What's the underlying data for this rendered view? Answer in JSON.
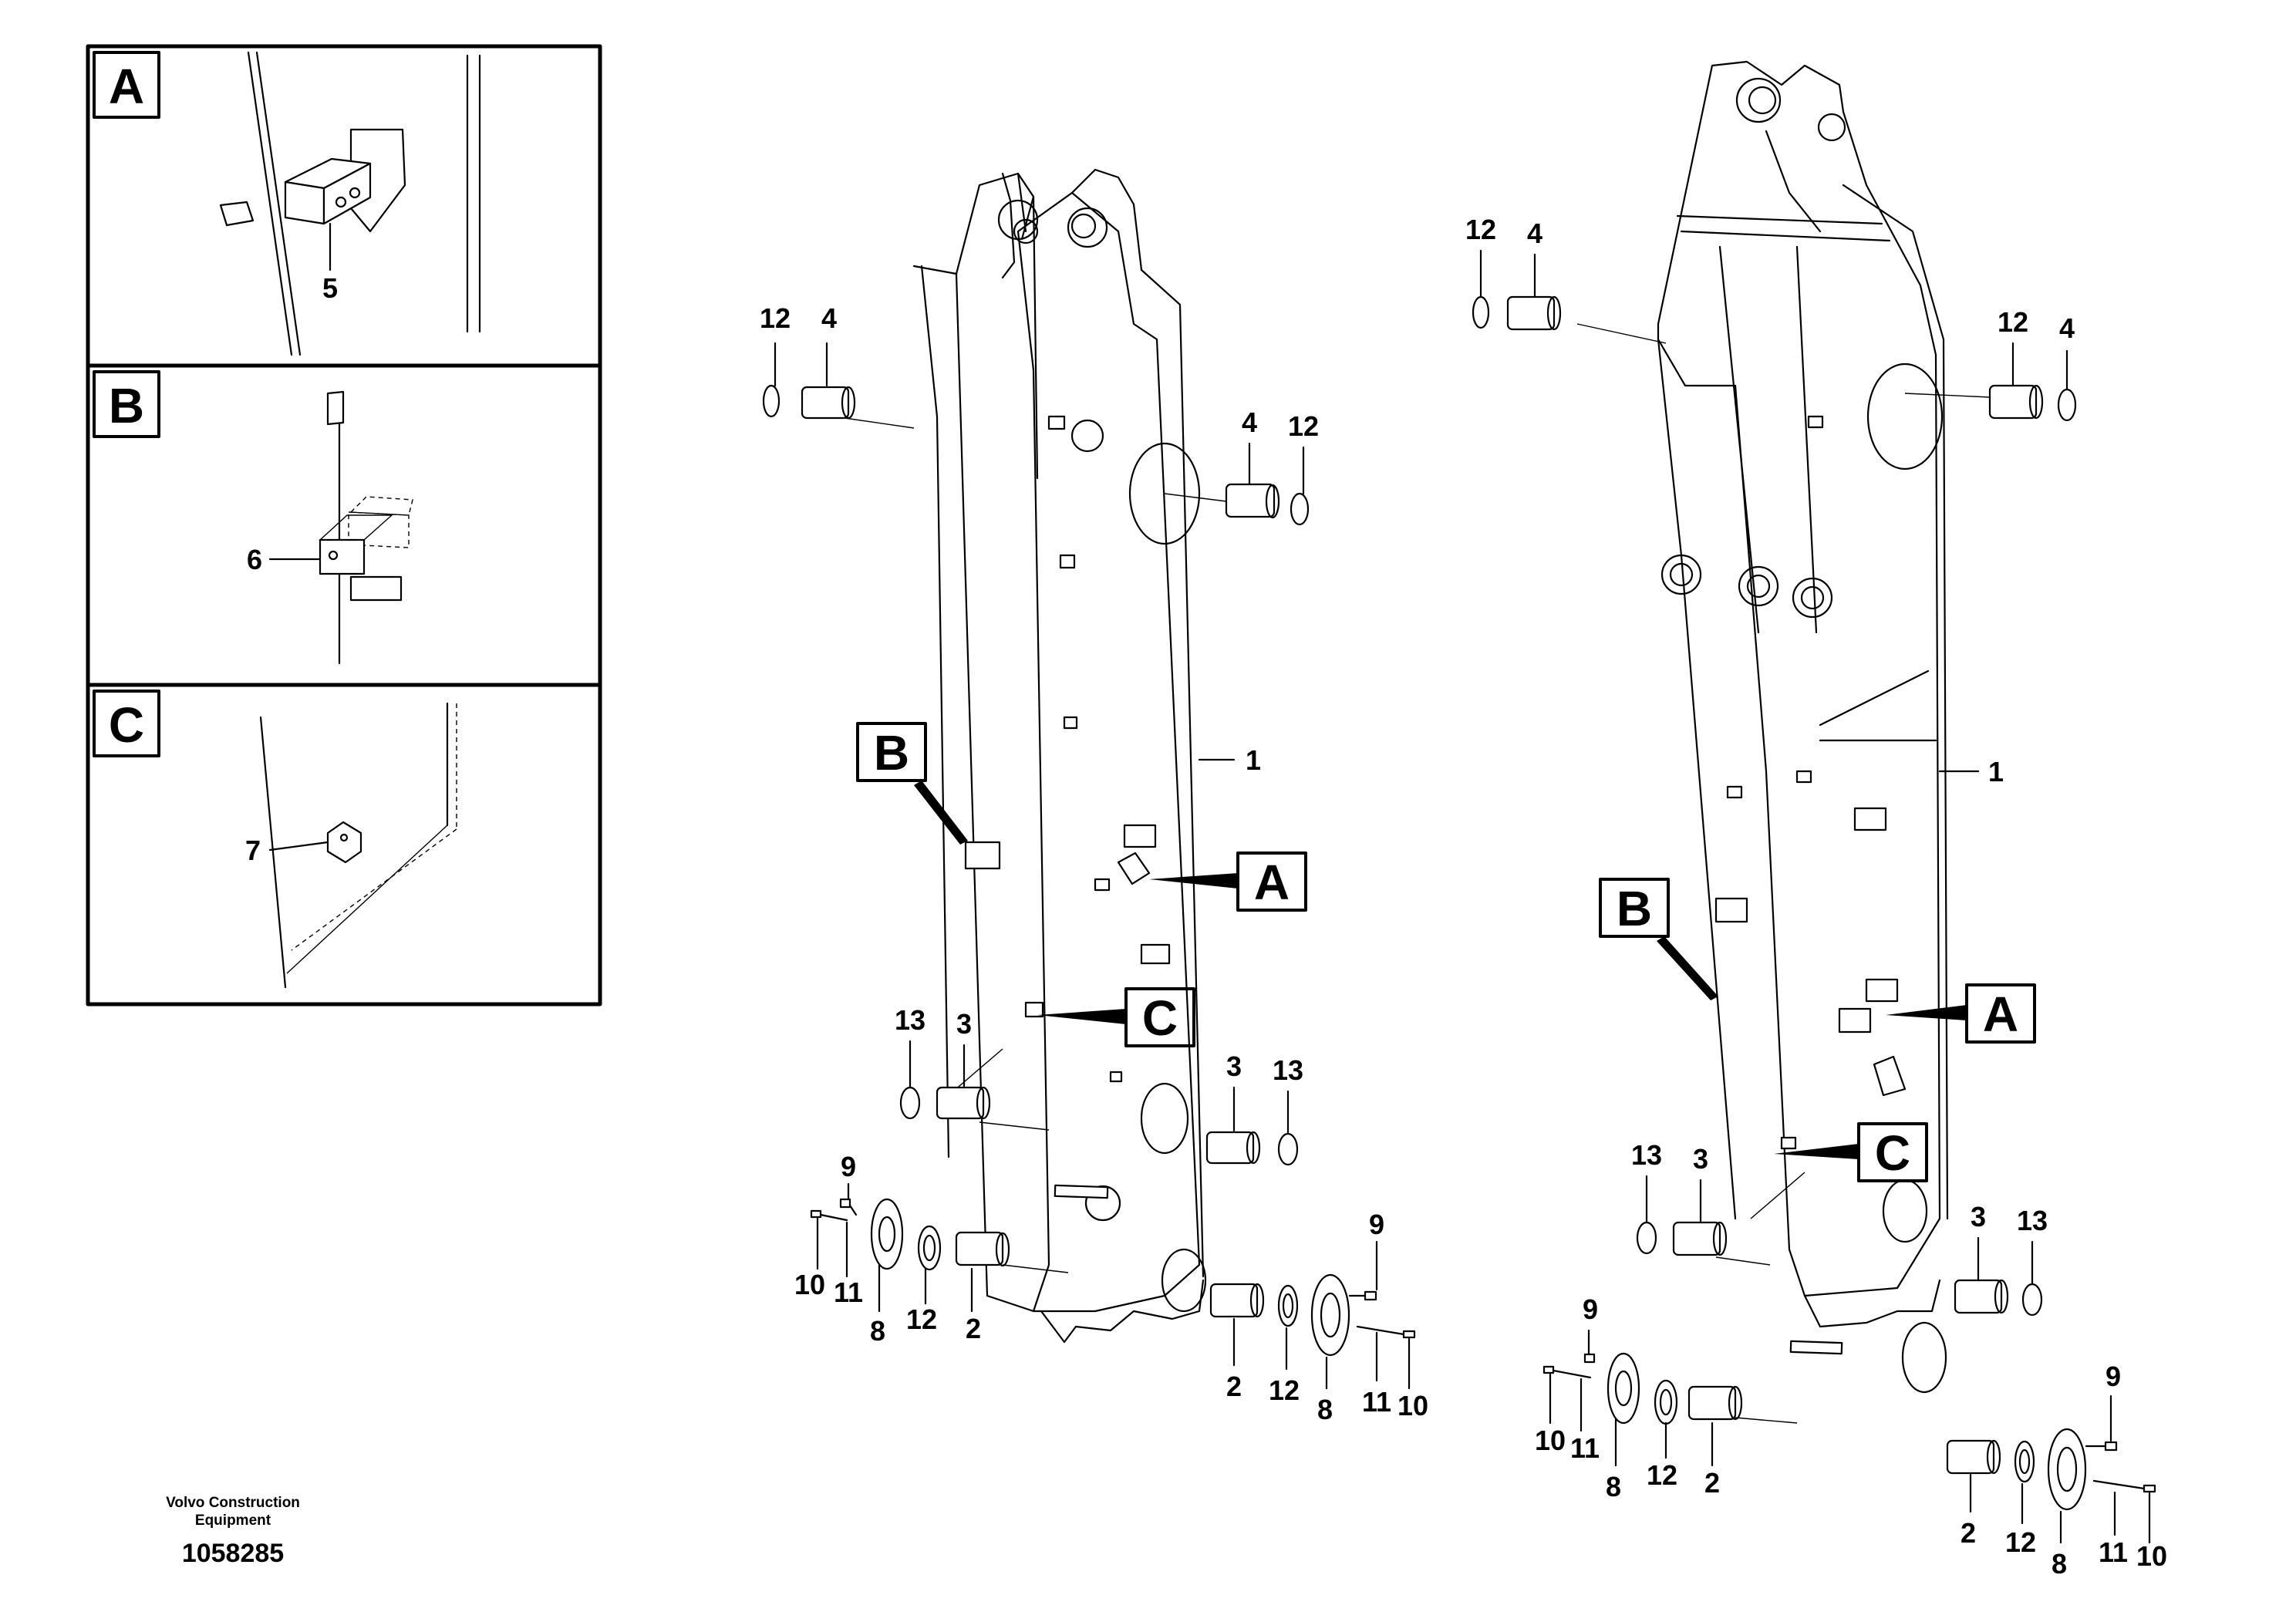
{
  "detail_views": [
    {
      "letter": "A",
      "part": "5"
    },
    {
      "letter": "B",
      "part": "6"
    },
    {
      "letter": "C",
      "part": "7"
    }
  ],
  "callouts": {
    "a": "A",
    "b": "B",
    "c": "C"
  },
  "parts": {
    "p1": "1",
    "p2": "2",
    "p3": "3",
    "p4": "4",
    "p8": "8",
    "p9": "9",
    "p10": "10",
    "p11": "11",
    "p12": "12",
    "p13": "13"
  },
  "footer": {
    "maker_line1": "Volvo Construction",
    "maker_line2": "Equipment",
    "doc_number": "1058285"
  }
}
